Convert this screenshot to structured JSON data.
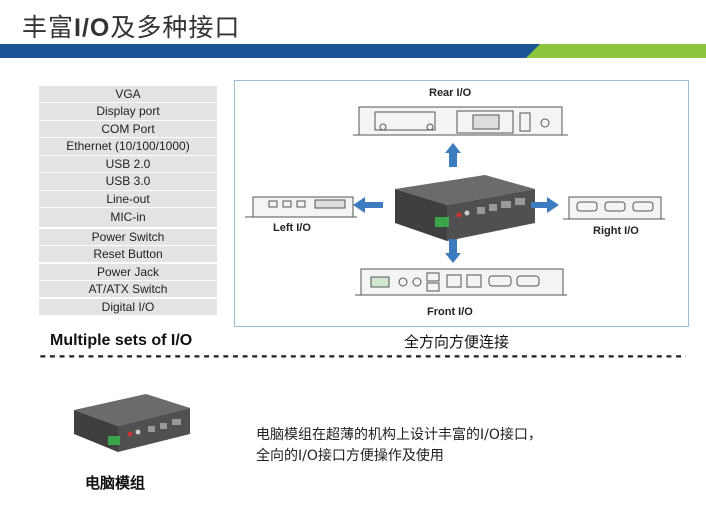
{
  "slide": {
    "title_prefix": "丰富",
    "title_io": "I/O",
    "title_suffix": "及多种接口"
  },
  "io_list": {
    "items": [
      "VGA",
      "Display port",
      "COM Port",
      "Ethernet (10/100/1000)",
      "USB 2.0",
      "USB 3.0",
      "Line-out",
      "MIC-in",
      "Power Switch",
      "Reset Button",
      "Power Jack",
      "AT/ATX Switch",
      "Digital I/O"
    ],
    "caption": "Multiple sets of I/O"
  },
  "diagram": {
    "rear_label": "Rear I/O",
    "left_label": "Left I/O",
    "right_label": "Right I/O",
    "front_label": "Front I/O",
    "caption": "全方向方便连接",
    "arrow_color": "#3d7bbf"
  },
  "divider": "----------------------------------------------------------------------",
  "module": {
    "caption": "电脑模组",
    "description_line1": "电脑模组在超薄的机构上设计丰富的I/O接口，",
    "description_line2": "全向的I/O接口方便操作及使用"
  },
  "colors": {
    "band_blue": "#1c5596",
    "band_green": "#8cc63f",
    "device_body": "#4a4a4a",
    "connector_green": "#3aa54a"
  }
}
